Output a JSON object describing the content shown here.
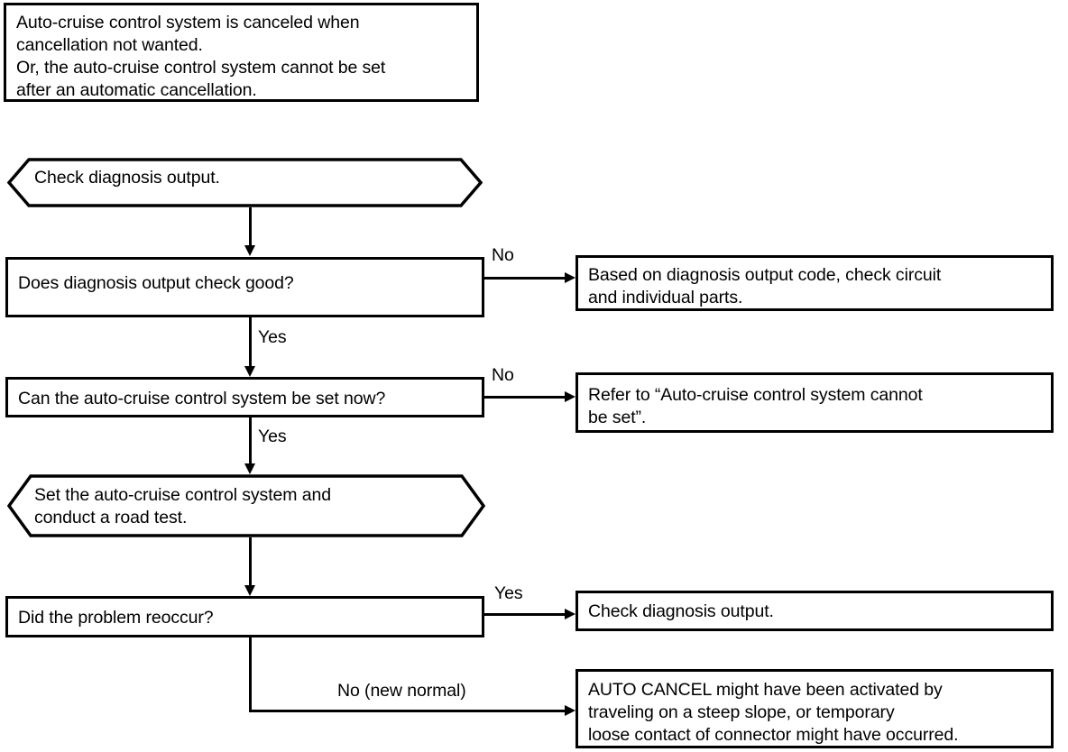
{
  "diagram": {
    "type": "flowchart",
    "title_note": "Auto-cruise control system diagnosis flowchart",
    "symptom_box": {
      "text": "Auto-cruise control system is canceled when\ncancellation not wanted.\nOr, the auto-cruise control system cannot be set\nafter an automatic cancellation."
    },
    "nodes": {
      "start_hexagon": {
        "text": "Check diagnosis output."
      },
      "decision_1": {
        "text": "Does diagnosis output check good?"
      },
      "action_1": {
        "text": "Based on diagnosis output code, check circuit\nand individual parts."
      },
      "decision_2": {
        "text": "Can the auto-cruise control system be set now?"
      },
      "action_2": {
        "text": "Refer to “Auto-cruise control system cannot\nbe set”."
      },
      "process_hexagon": {
        "text": "Set the auto-cruise control system and\nconduct a road test."
      },
      "decision_3": {
        "text": "Did the problem reoccur?"
      },
      "action_3": {
        "text": "Check diagnosis output."
      },
      "action_4": {
        "text": "AUTO CANCEL might have been activated by\ntraveling on a steep slope, or temporary\nloose contact of connector might have occurred."
      }
    },
    "edge_labels": {
      "d1_no": "No",
      "d1_yes": "Yes",
      "d2_no": "No",
      "d2_yes": "Yes",
      "d3_yes": "Yes",
      "d3_no": "No (new normal)"
    },
    "colors": {
      "stroke": "#000000",
      "background": "#ffffff",
      "text": "#000000"
    }
  }
}
